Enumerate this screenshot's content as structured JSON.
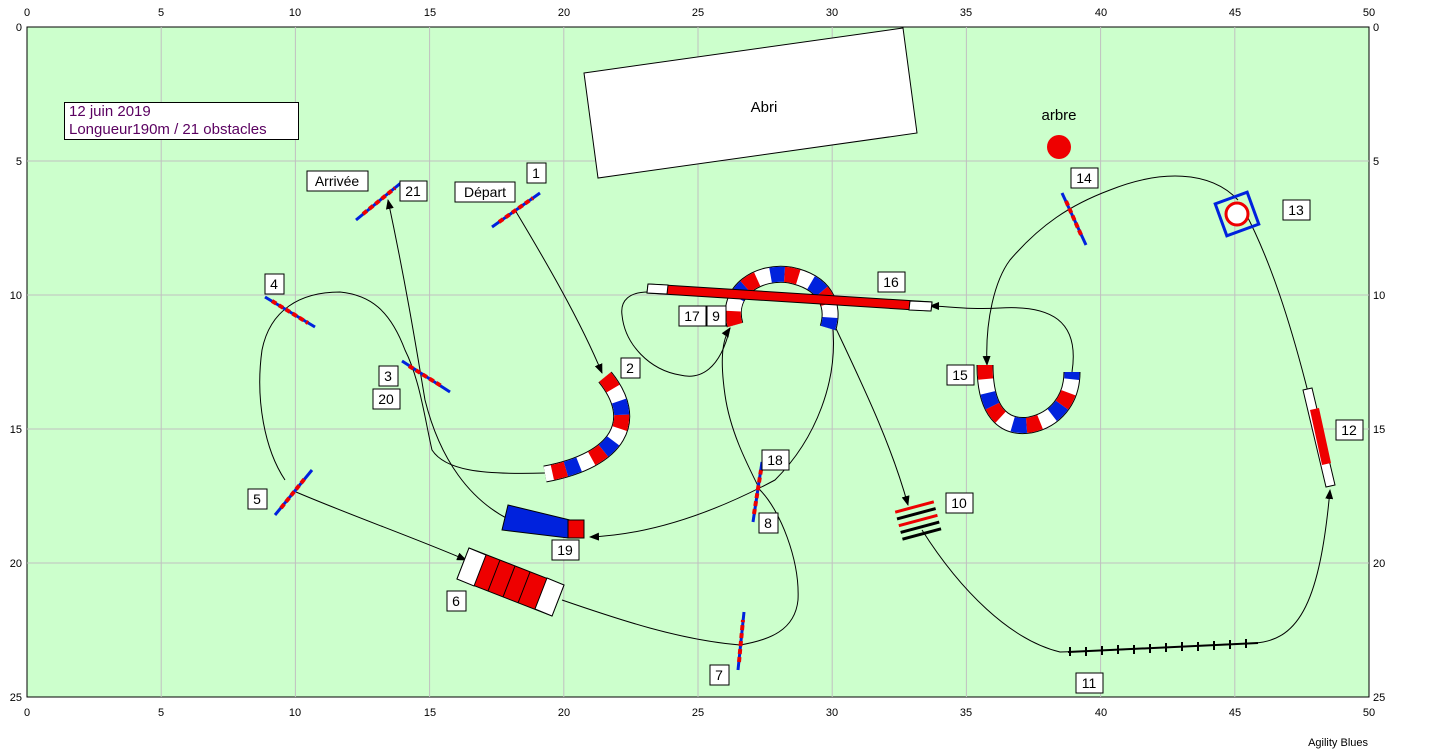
{
  "x_ticks": [
    "0",
    "5",
    "10",
    "15",
    "20",
    "25",
    "30",
    "35",
    "40",
    "45",
    "50"
  ],
  "y_ticks": [
    "0",
    "5",
    "10",
    "15",
    "20",
    "25"
  ],
  "info": {
    "date": "12 juin 2019",
    "length": "Longueur190m / 21  obstacles"
  },
  "labels": {
    "start": "Départ",
    "finish": "Arrivée",
    "shelter": "Abri",
    "tree": "arbre"
  },
  "numbers": [
    "1",
    "2",
    "3",
    "4",
    "5",
    "6",
    "7",
    "8",
    "9",
    "10",
    "11",
    "12",
    "13",
    "14",
    "15",
    "16",
    "17",
    "18",
    "19",
    "20",
    "21"
  ],
  "footer": "Agility Blues",
  "colors": {
    "field": "#ccffcc",
    "grid": "#c0c0c0",
    "red": "#ee0000",
    "blue": "#0022dd"
  }
}
